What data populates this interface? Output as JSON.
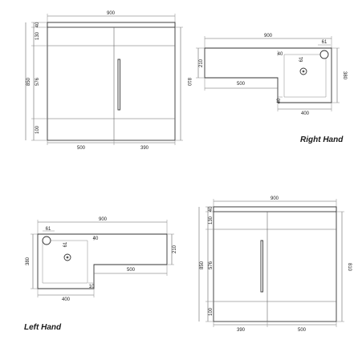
{
  "right_hand": {
    "label": "Right Hand",
    "front": {
      "width": "900",
      "top": "40",
      "drawer": "130",
      "door": "576",
      "plinth": "100",
      "total": "850",
      "right_height": "810",
      "left_width": "500",
      "right_width": "390"
    },
    "plan": {
      "width": "900",
      "bowl": "61",
      "rim": "40",
      "tap": "61",
      "left_depth": "210",
      "return_width": "500",
      "depth": "380",
      "bottom_rim": "40",
      "basin_width": "400"
    }
  },
  "left_hand": {
    "label": "Left Hand",
    "plan": {
      "width": "900",
      "bowl": "61",
      "rim": "40",
      "tap": "61",
      "right_depth": "210",
      "return_width": "500",
      "depth": "380",
      "bottom_rim": "10",
      "basin_width": "400"
    },
    "front": {
      "width": "900",
      "top": "40",
      "drawer": "130",
      "door": "576",
      "plinth": "100",
      "total": "850",
      "right_height": "810",
      "left_width": "390",
      "right_width": "500"
    }
  }
}
